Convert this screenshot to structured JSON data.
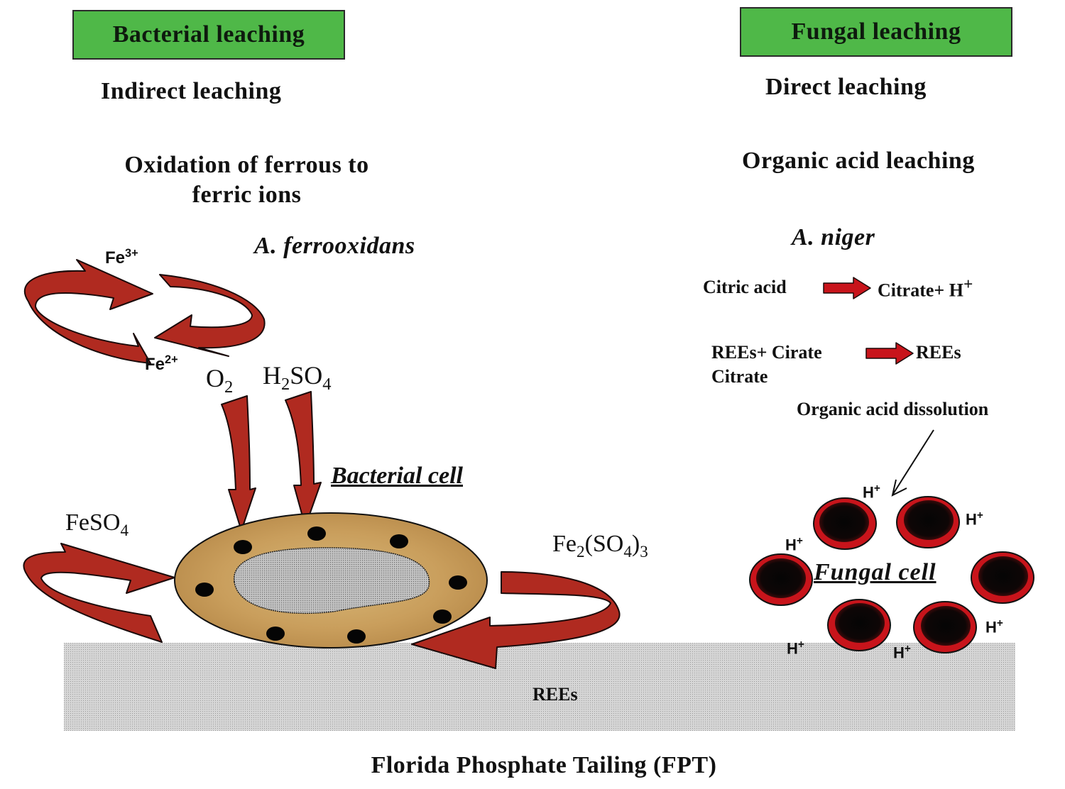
{
  "colors": {
    "header_box": "#4fb848",
    "arrow_red": "#b02a20",
    "cell_membrane": "#c49a5a",
    "substrate_gray": "#d0d0d0",
    "fungal_ring": "#c8141b",
    "fungal_core": "#0a0a0a"
  },
  "left": {
    "header": "Bacterial leaching",
    "subtitle": "Indirect leaching",
    "mechanism_line1": "Oxidation of ferrous to",
    "mechanism_line2": "ferric ions",
    "organism": "A. ferrooxidans",
    "cycle": {
      "top_label": "Fe",
      "top_charge": "3+",
      "bottom_label": "Fe",
      "bottom_charge": "2+"
    },
    "inputs": {
      "o2": {
        "base": "O",
        "sub": "2"
      },
      "h2so4": {
        "a": "H",
        "sub1": "2",
        "b": "SO",
        "sub2": "4"
      }
    },
    "cell_label": "Bacterial cell",
    "feso4": {
      "base": "FeSO",
      "sub": "4"
    },
    "fe2so43": {
      "a": "Fe",
      "sub1": "2",
      "b": "(SO",
      "sub2": "4",
      "c": ")",
      "sub3": "3"
    }
  },
  "right": {
    "header": "Fungal leaching",
    "subtitle": "Direct leaching",
    "mechanism": "Organic acid leaching",
    "organism": "A. niger",
    "reaction1": {
      "reactant": "Citric acid",
      "product": "Citrate+ H",
      "product_sup": "+"
    },
    "reaction2": {
      "reactant": "REEs+ Cirate",
      "reactant_line2": "Citrate",
      "product": "REEs"
    },
    "dissolution_label": "Organic acid dissolution",
    "cell_label": "Fungal cell",
    "proton": {
      "base": "H",
      "charge": "+"
    }
  },
  "substrate": {
    "label": "REEs",
    "caption": "Florida Phosphate Tailing (FPT)"
  }
}
